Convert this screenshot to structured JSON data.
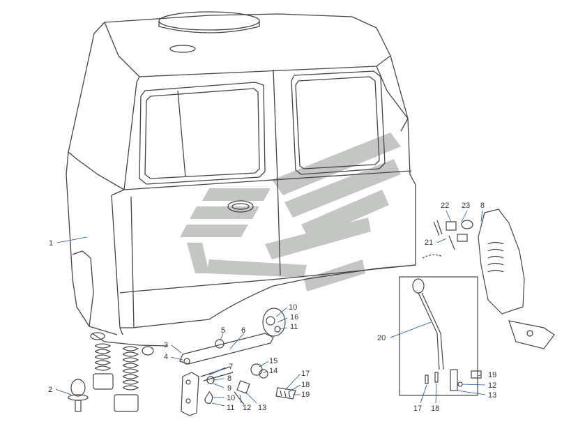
{
  "diagram": {
    "type": "exploded-parts-diagram",
    "subject": "truck-cab",
    "colors": {
      "line": "#444444",
      "watermark": "#c4c6c4",
      "callout": "#333333",
      "leader": "#1a4fa0"
    },
    "callouts": [
      {
        "id": "c1",
        "label": "1"
      },
      {
        "id": "c2",
        "label": "2"
      },
      {
        "id": "c3",
        "label": "3"
      },
      {
        "id": "c4",
        "label": "4"
      },
      {
        "id": "c5",
        "label": "5"
      },
      {
        "id": "c6",
        "label": "6"
      },
      {
        "id": "c7",
        "label": "7"
      },
      {
        "id": "c8a",
        "label": "8"
      },
      {
        "id": "c8b",
        "label": "8"
      },
      {
        "id": "c9",
        "label": "9"
      },
      {
        "id": "c10a",
        "label": "10"
      },
      {
        "id": "c10b",
        "label": "10"
      },
      {
        "id": "c11a",
        "label": "11"
      },
      {
        "id": "c11b",
        "label": "11"
      },
      {
        "id": "c12a",
        "label": "12"
      },
      {
        "id": "c12b",
        "label": "12"
      },
      {
        "id": "c13a",
        "label": "13"
      },
      {
        "id": "c13b",
        "label": "13"
      },
      {
        "id": "c14",
        "label": "14"
      },
      {
        "id": "c15",
        "label": "15"
      },
      {
        "id": "c16",
        "label": "16"
      },
      {
        "id": "c17a",
        "label": "17"
      },
      {
        "id": "c17b",
        "label": "17"
      },
      {
        "id": "c18a",
        "label": "18"
      },
      {
        "id": "c18b",
        "label": "18"
      },
      {
        "id": "c19a",
        "label": "19"
      },
      {
        "id": "c19b",
        "label": "19"
      },
      {
        "id": "c20",
        "label": "20"
      },
      {
        "id": "c21",
        "label": "21"
      },
      {
        "id": "c22",
        "label": "22"
      },
      {
        "id": "c23",
        "label": "23"
      }
    ]
  }
}
